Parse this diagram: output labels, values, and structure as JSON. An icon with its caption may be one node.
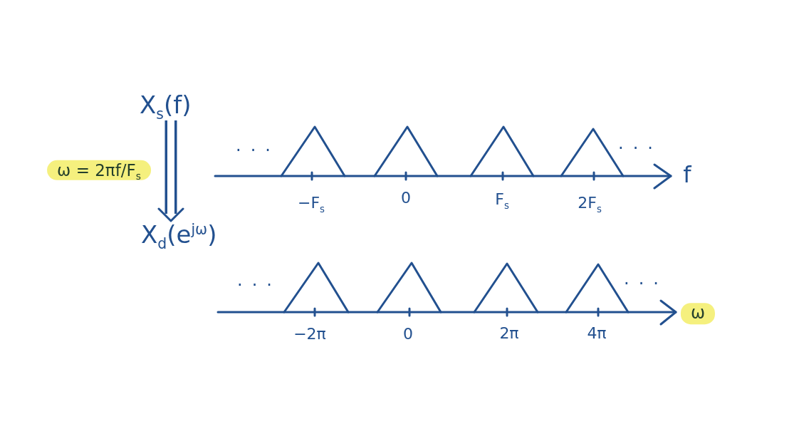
{
  "diagram": {
    "nodes": [
      {
        "text": [
          "X$_{s}$(f)"
        ]
      },
      {
        "text": [
          "X$_{d}$(e$^{jω}$)"
        ]
      }
    ],
    "edges": [
      {
        "from": 0,
        "to": 1,
        "arrow": "to",
        "label": "ω = 2πf/F$_{s}$"
      }
    ],
    "labels": [
      "...",
      "...",
      "f",
      "−F$_{s}$",
      "0",
      "F$_{s}$",
      "2F$_{s}$",
      "...",
      "...",
      "ω",
      "−2π",
      "0",
      "2π",
      "4π"
    ]
  }
}
